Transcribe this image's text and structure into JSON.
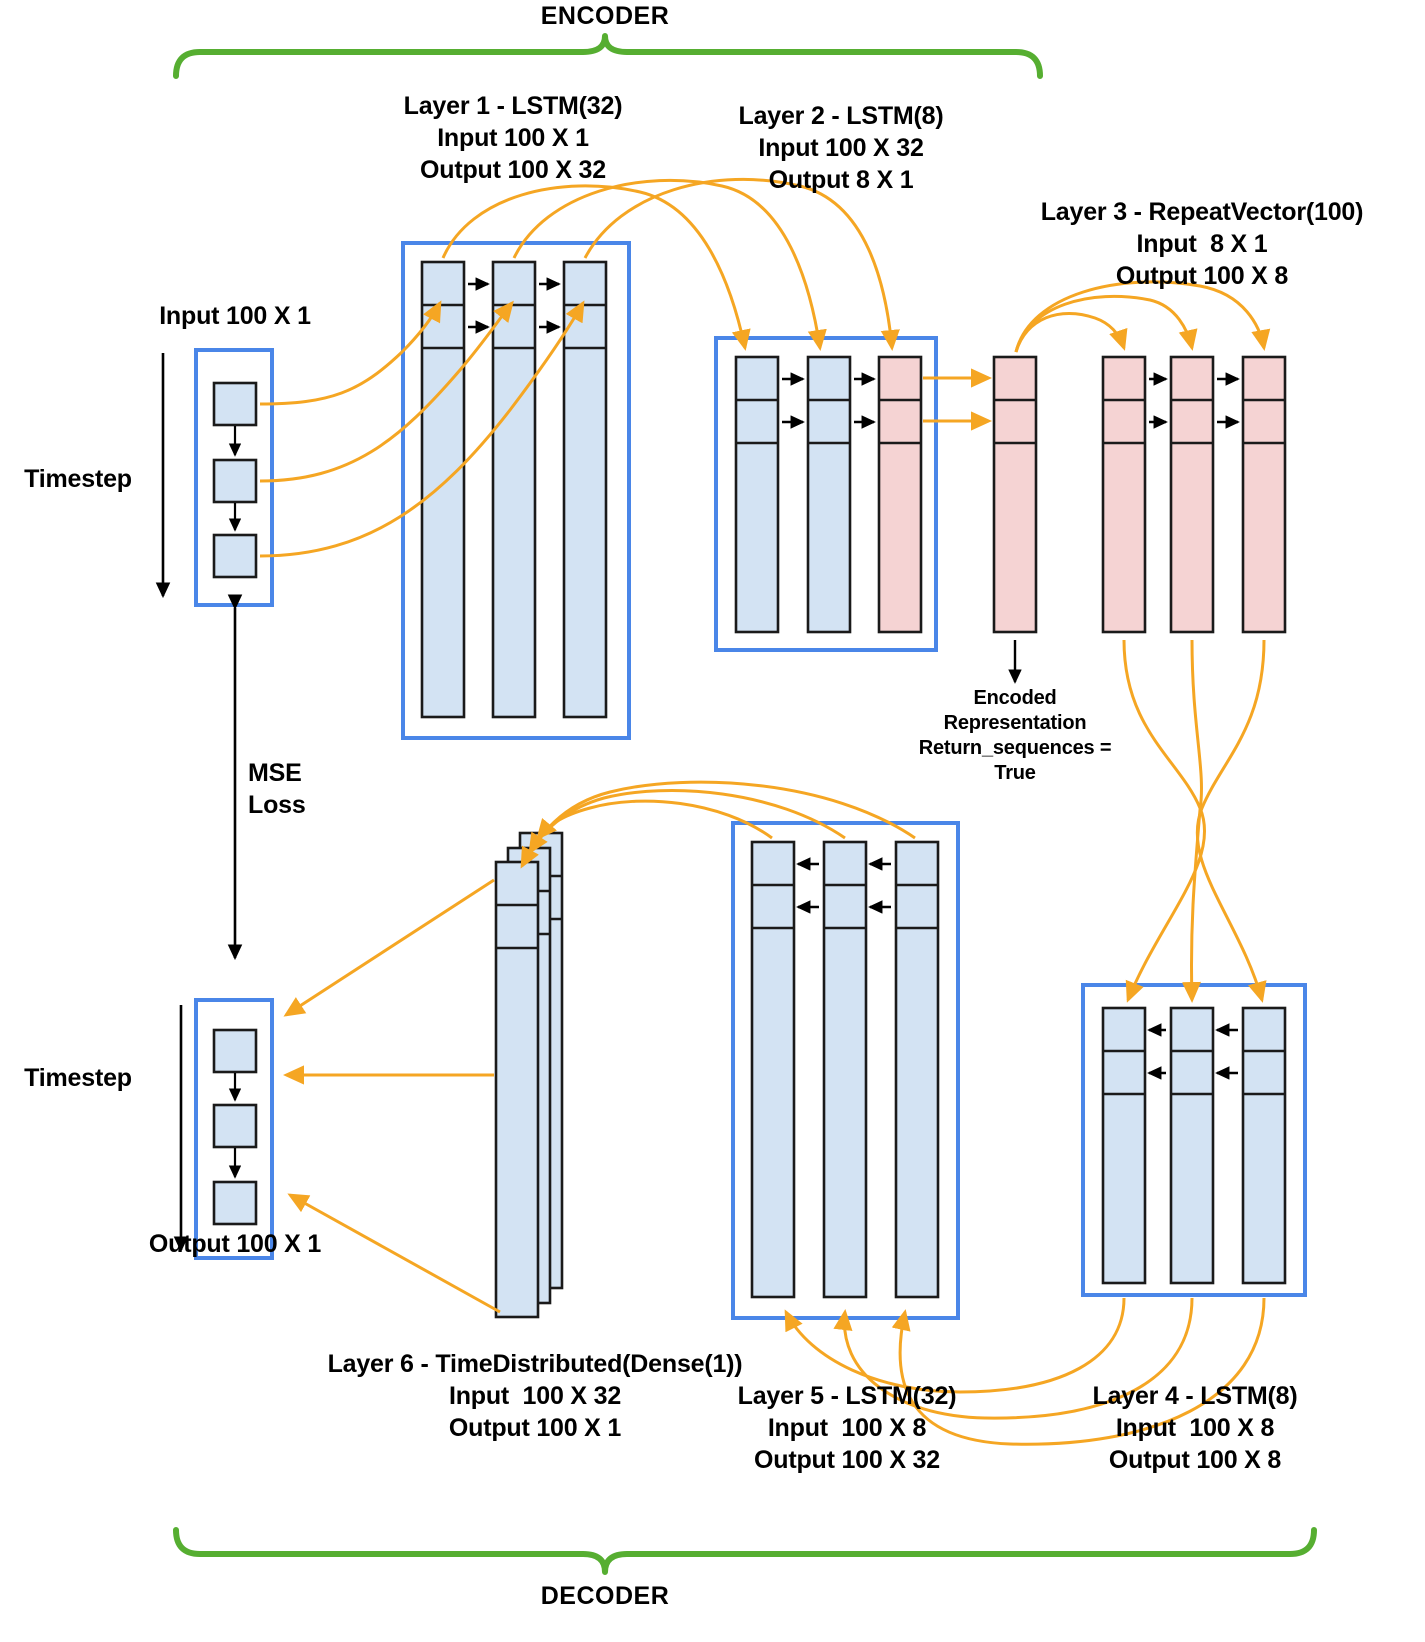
{
  "diagram": {
    "title_top": "ENCODER",
    "title_bottom": "DECODER",
    "colors": {
      "cell_blue_fill": "#d3e3f3",
      "cell_pink_fill": "#f5d3d3",
      "cell_stroke": "#1a1a1a",
      "group_box_stroke": "#4a86e8",
      "arrow_orange": "#f5a623",
      "bracket_green": "#56ae31",
      "text": "#000000"
    }
  },
  "encoder": {
    "bracket_label": "ENCODER",
    "input": {
      "title": "Input 100 X 1",
      "timestep_label": "Timestep"
    },
    "layer1": {
      "line1": "Layer 1 - LSTM(32)",
      "line2": "Input 100 X 1",
      "line3": "Output 100 X 32"
    },
    "layer2": {
      "line1": "Layer 2 - LSTM(8)",
      "line2": "Input 100 X 32",
      "line3": "Output 8 X 1"
    },
    "layer3": {
      "line1": "Layer 3 - RepeatVector(100)",
      "line2": "Input  8 X 1",
      "line3": "Output 100 X 8"
    },
    "encoded": {
      "line1": "Encoded",
      "line2": "Representation",
      "line3": "Return_sequences =",
      "line4": "True"
    }
  },
  "decoder": {
    "bracket_label": "DECODER",
    "layer4": {
      "line1": "Layer 4 - LSTM(8)",
      "line2": "Input  100 X 8",
      "line3": "Output 100 X 8"
    },
    "layer5": {
      "line1": "Layer 5 - LSTM(32)",
      "line2": "Input  100 X 8",
      "line3": "Output 100 X 32"
    },
    "layer6": {
      "line1": "Layer 6 - TimeDistributed(Dense(1))",
      "line2": "Input  100 X 32",
      "line3": "Output 100 X 1"
    },
    "output": {
      "title": "Output 100 X 1",
      "timestep_label": "Timestep"
    }
  },
  "loss": {
    "line1": "MSE",
    "line2": "Loss"
  }
}
